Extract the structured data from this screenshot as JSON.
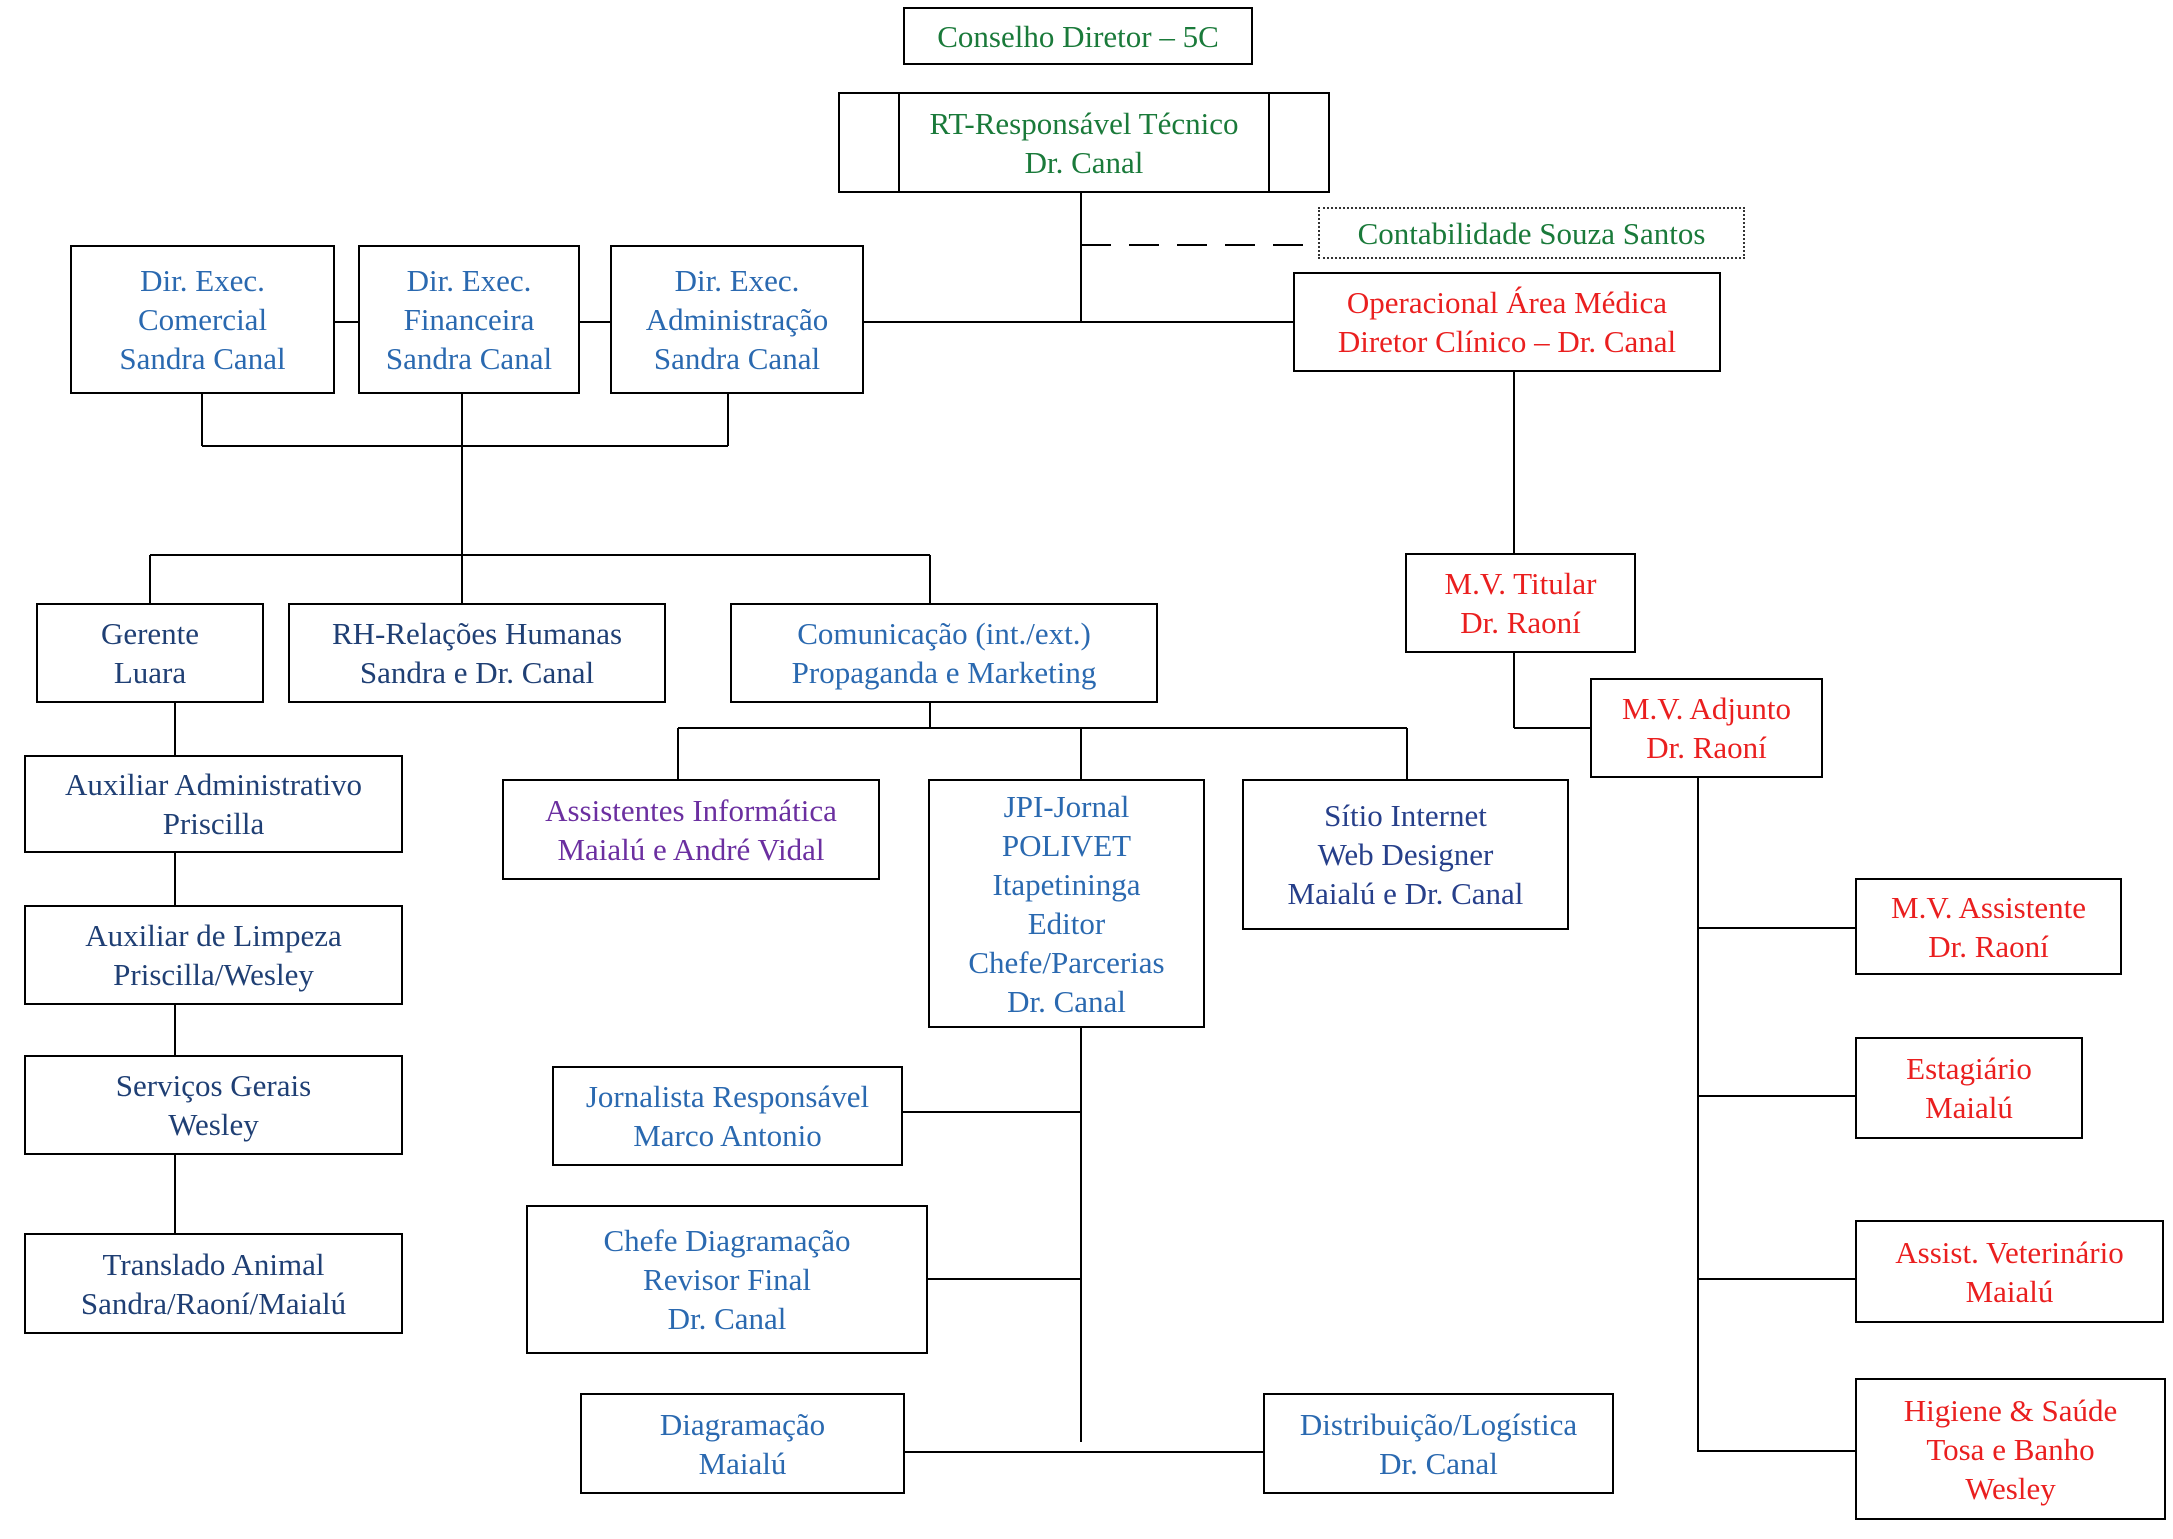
{
  "colors": {
    "green": "#1a7a3a",
    "blue": "#2a69b0",
    "navy": "#1f3f74",
    "purple": "#6b2fa0",
    "red": "#ea1f1f",
    "dark_blue": "#263f8a",
    "line": "#000000"
  },
  "top": {
    "conselho": [
      "Conselho Diretor – 5C"
    ],
    "rt": [
      "RT-Responsável Técnico",
      "Dr. Canal"
    ],
    "contabilidade": [
      "Contabilidade Souza Santos"
    ]
  },
  "directors": {
    "comercial": [
      "Dir. Exec.",
      "Comercial",
      "Sandra Canal"
    ],
    "financeira": [
      "Dir. Exec.",
      "Financeira",
      "Sandra Canal"
    ],
    "administracao": [
      "Dir. Exec.",
      "Administração",
      "Sandra Canal"
    ]
  },
  "admin": {
    "gerente": [
      "Gerente",
      "Luara"
    ],
    "rh": [
      "RH-Relações Humanas",
      "Sandra e Dr. Canal"
    ],
    "auxiliar_adm": [
      "Auxiliar Administrativo",
      "Priscilla"
    ],
    "auxiliar_limpeza": [
      "Auxiliar de Limpeza",
      "Priscilla/Wesley"
    ],
    "servicos_gerais": [
      "Serviços Gerais",
      "Wesley"
    ],
    "translado": [
      "Translado Animal",
      "Sandra/Raoní/Maialú"
    ]
  },
  "comunicacao": {
    "main": [
      "Comunicação (int./ext.)",
      "Propaganda e Marketing"
    ],
    "assistentes": [
      "Assistentes Informática",
      "Maialú e André Vidal"
    ],
    "jpi": [
      "JPI-Jornal",
      "POLIVET",
      "Itapetininga",
      "Editor",
      "Chefe/Parcerias",
      "Dr. Canal"
    ],
    "sitio": [
      "Sítio Internet",
      "Web Designer",
      "Maialú e Dr. Canal"
    ],
    "jornalista": [
      "Jornalista Responsável",
      "Marco Antonio"
    ],
    "chefe_diag": [
      "Chefe Diagramação",
      "Revisor Final",
      "Dr. Canal"
    ],
    "diagramacao": [
      "Diagramação",
      "Maialú"
    ],
    "distribuicao": [
      "Distribuição/Logística",
      "Dr. Canal"
    ]
  },
  "medica": {
    "operacional": [
      "Operacional Área Médica",
      "Diretor Clínico – Dr. Canal"
    ],
    "titular": [
      "M.V. Titular",
      "Dr. Raoní"
    ],
    "adjunto": [
      "M.V. Adjunto",
      "Dr. Raoní"
    ],
    "assistente": [
      "M.V. Assistente",
      "Dr. Raoní"
    ],
    "estagiario": [
      "Estagiário",
      "Maialú"
    ],
    "assist_vet": [
      "Assist. Veterinário",
      "Maialú"
    ],
    "higiene": [
      "Higiene & Saúde",
      "Tosa e Banho",
      "Wesley"
    ]
  }
}
